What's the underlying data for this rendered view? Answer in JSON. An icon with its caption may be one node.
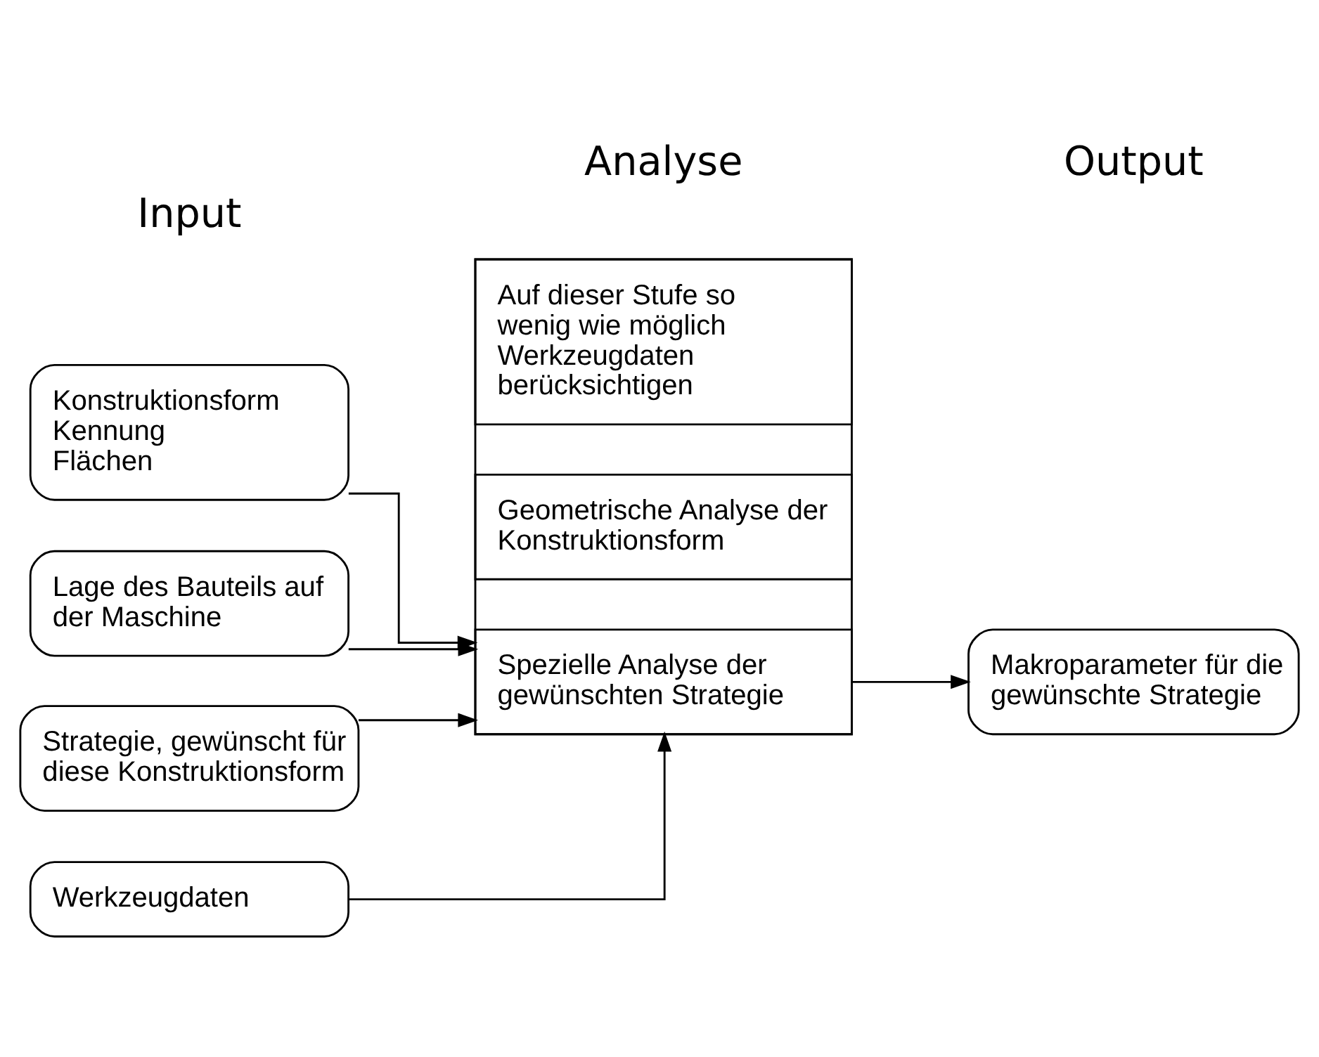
{
  "diagram": {
    "nodes": [
      {
        "text": [
          "Konstruktionsform",
          "Kennung",
          "Flächen"
        ]
      },
      {
        "text": [
          "Lage des Bauteils auf der Maschine"
        ]
      },
      {
        "text": [
          "Strategie, gewünscht für diese Konstruktionsform"
        ]
      },
      {
        "text": [
          "Werkzeugdaten"
        ]
      },
      {
        "text": [],
        "shape": "box"
      },
      {
        "text": [
          "Geometrische Analyse der Konstruktionsform"
        ],
        "in": 4
      },
      {
        "text": [
          "Spezielle Analyse der gewünschten Strategie"
        ],
        "in": 4
      },
      {
        "text": [
          "Auf dieser Stufe so wenig wie möglich Werkzeugdaten berücksichtigen"
        ],
        "in": 4
      },
      {
        "text": [
          "Makroparameter für die gewünschte Strategie"
        ]
      }
    ],
    "edges": [
      {
        "from": 0,
        "to": 6,
        "arrow": "to"
      },
      {
        "from": 1,
        "to": 6,
        "arrow": "to"
      },
      {
        "from": 2,
        "to": 6,
        "arrow": "to"
      },
      {
        "from": 3,
        "to": 6,
        "arrow": "to"
      },
      {
        "from": 6,
        "to": 8,
        "arrow": "to"
      }
    ],
    "labels": [
      "Input",
      "Analyse",
      "Output"
    ]
  }
}
